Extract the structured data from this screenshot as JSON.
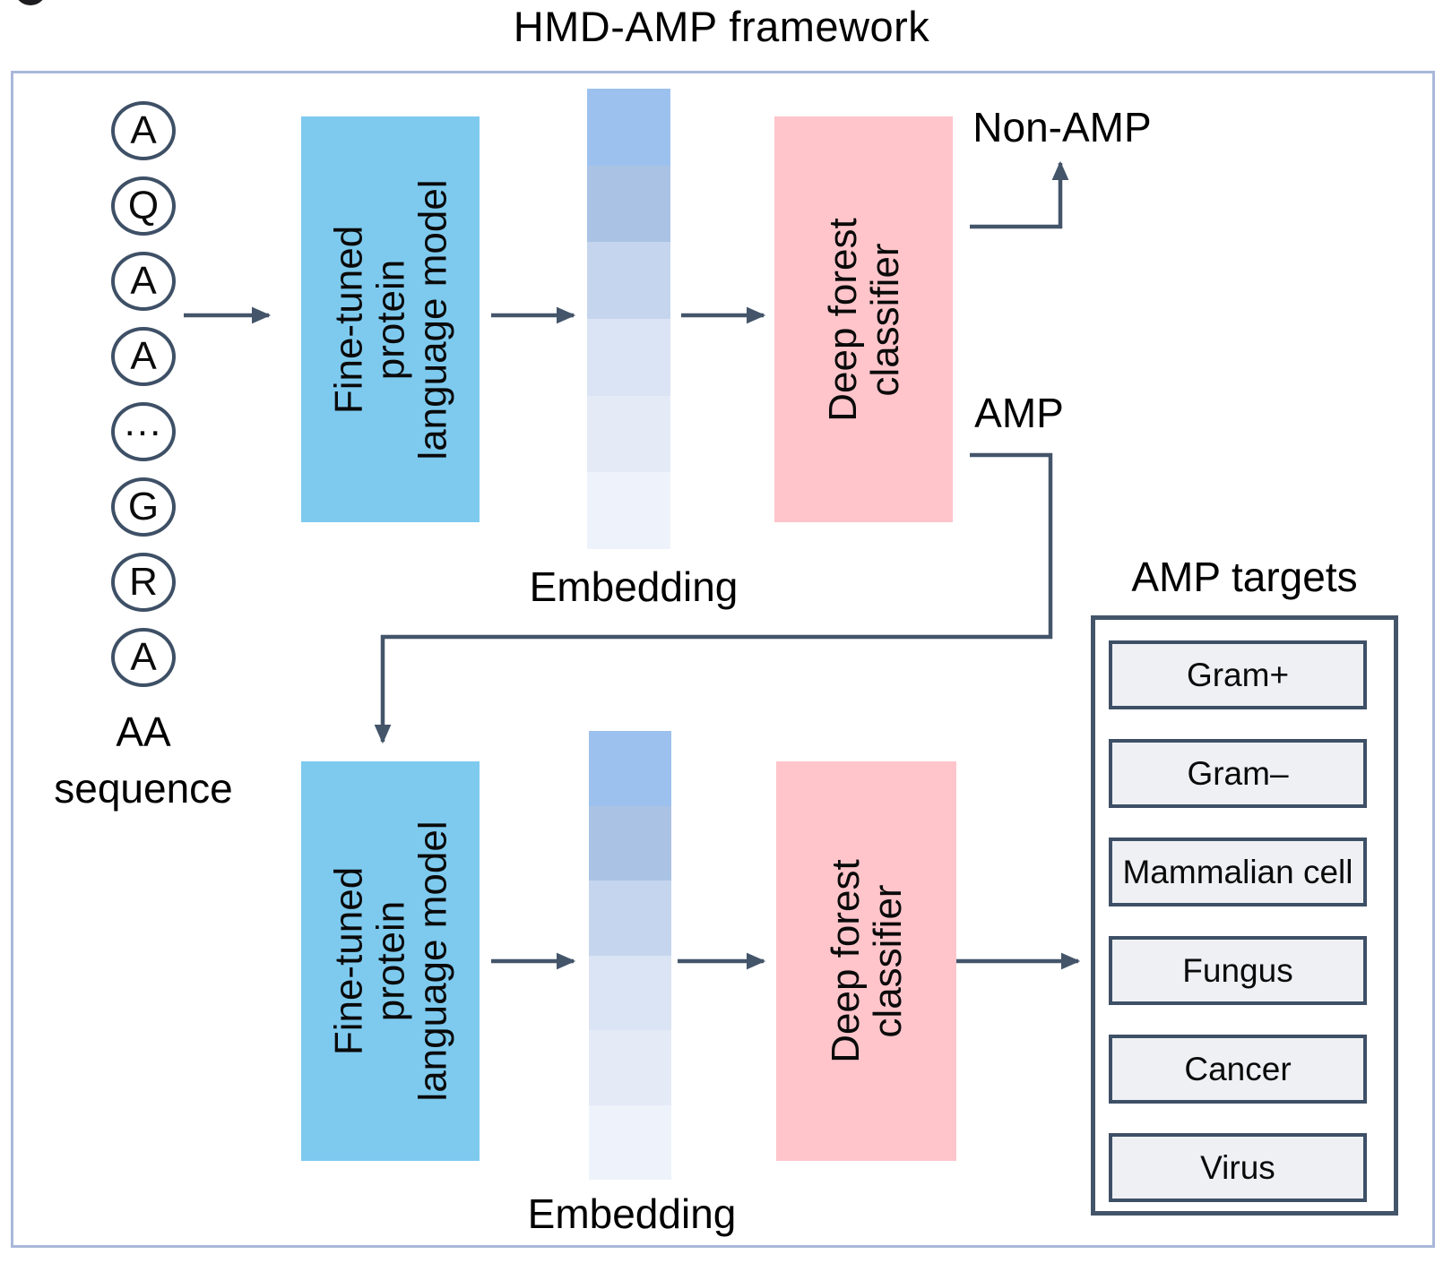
{
  "title": "HMD-AMP framework",
  "sequence": {
    "letters": [
      "A",
      "Q",
      "A",
      "A",
      "...",
      "G",
      "R",
      "A"
    ],
    "caption_line1": "AA",
    "caption_line2": "sequence"
  },
  "boxes": {
    "plm_lines": [
      "Fine-tuned",
      "protein",
      "language model"
    ],
    "classifier_lines": [
      "Deep forest",
      "classifier"
    ]
  },
  "embedding": {
    "label": "Embedding",
    "colors": [
      "#9dc1ee",
      "#aac3e4",
      "#c5d5ed",
      "#dbe4f4",
      "#e4ebf7",
      "#eef3fb"
    ]
  },
  "outputs": {
    "non_amp": "Non-AMP",
    "amp": "AMP"
  },
  "targets": {
    "title": "AMP targets",
    "items": [
      "Gram+",
      "Gram–",
      "Mammalian cell",
      "Fungus",
      "Cancer",
      "Virus"
    ]
  },
  "colors": {
    "plm_box_fill": "#7ecaef",
    "classifier_box_fill": "#ffc5cb",
    "arrow_line": "#44556a",
    "circle_stroke": "#3e5066",
    "frame_border": "#a9b8da",
    "target_box_fill": "#eef0f4"
  }
}
